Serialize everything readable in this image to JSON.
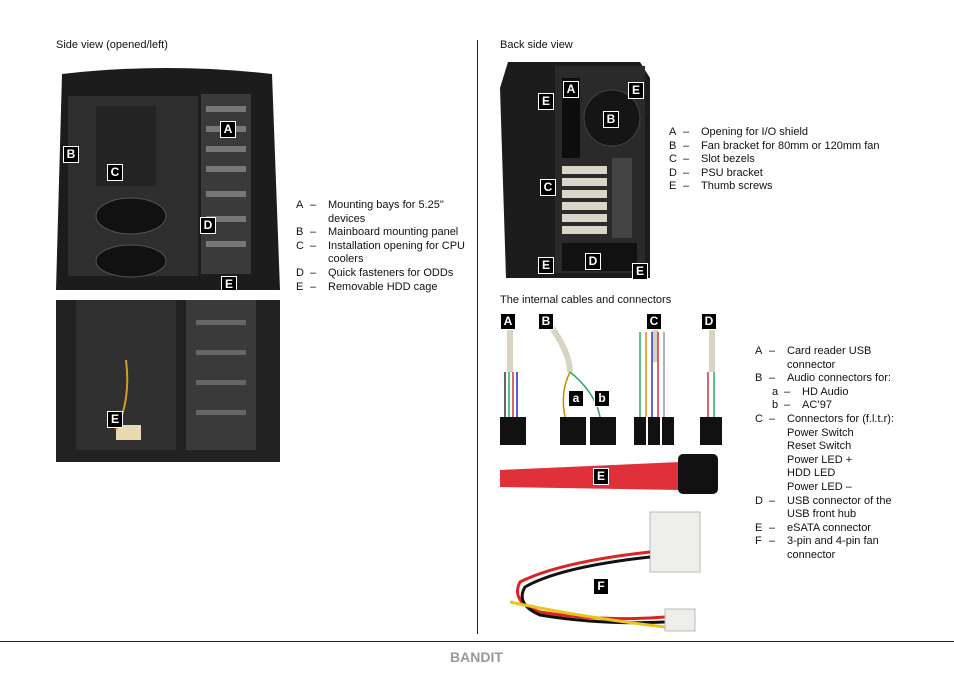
{
  "captions": {
    "side_view": "Side view (opened/left)",
    "back_view": "Back side view",
    "cables": "The internal cables and connectors"
  },
  "side_badges": {
    "top": [
      "A",
      "B",
      "C",
      "D",
      "E"
    ],
    "bottom": [
      "E"
    ]
  },
  "back_badges": [
    "A",
    "E",
    "E",
    "B",
    "C",
    "E",
    "D",
    "E"
  ],
  "cable_badges": [
    "A",
    "B",
    "C",
    "D",
    "a",
    "b",
    "E",
    "F"
  ],
  "side_legend": [
    {
      "key": "A",
      "text": "Mounting bays for 5.25\" devices"
    },
    {
      "key": "B",
      "text": "Mainboard mounting panel"
    },
    {
      "key": "C",
      "text": "Installation opening for CPU coolers"
    },
    {
      "key": "D",
      "text": "Quick fasteners for ODDs"
    },
    {
      "key": "E",
      "text": "Removable HDD cage"
    }
  ],
  "back_legend": [
    {
      "key": "A",
      "text": "Opening for I/O shield"
    },
    {
      "key": "B",
      "text": "Fan bracket for 80mm or 120mm fan"
    },
    {
      "key": "C",
      "text": "Slot bezels"
    },
    {
      "key": "D",
      "text": "PSU bracket"
    },
    {
      "key": "E",
      "text": "Thumb screws"
    }
  ],
  "cable_legend": {
    "A": {
      "key": "A",
      "text": "Card reader USB connector"
    },
    "B": {
      "key": "B",
      "text": "Audio connectors for:",
      "a": {
        "key": "a",
        "text": "HD Audio"
      },
      "b": {
        "key": "b",
        "text": "AC’97"
      }
    },
    "C": {
      "key": "C",
      "text": "Connectors for (f.l.t.r):",
      "items": [
        "Power Switch",
        "Reset Switch",
        "Power LED +",
        "HDD LED",
        "Power LED –"
      ]
    },
    "D": {
      "key": "D",
      "text": "USB connector of the USB front hub"
    },
    "E": {
      "key": "E",
      "text": "eSATA connector"
    },
    "F": {
      "key": "F",
      "text": "3-pin and 4-pin fan connector"
    }
  },
  "dash": "–",
  "footer": "BANDIT"
}
